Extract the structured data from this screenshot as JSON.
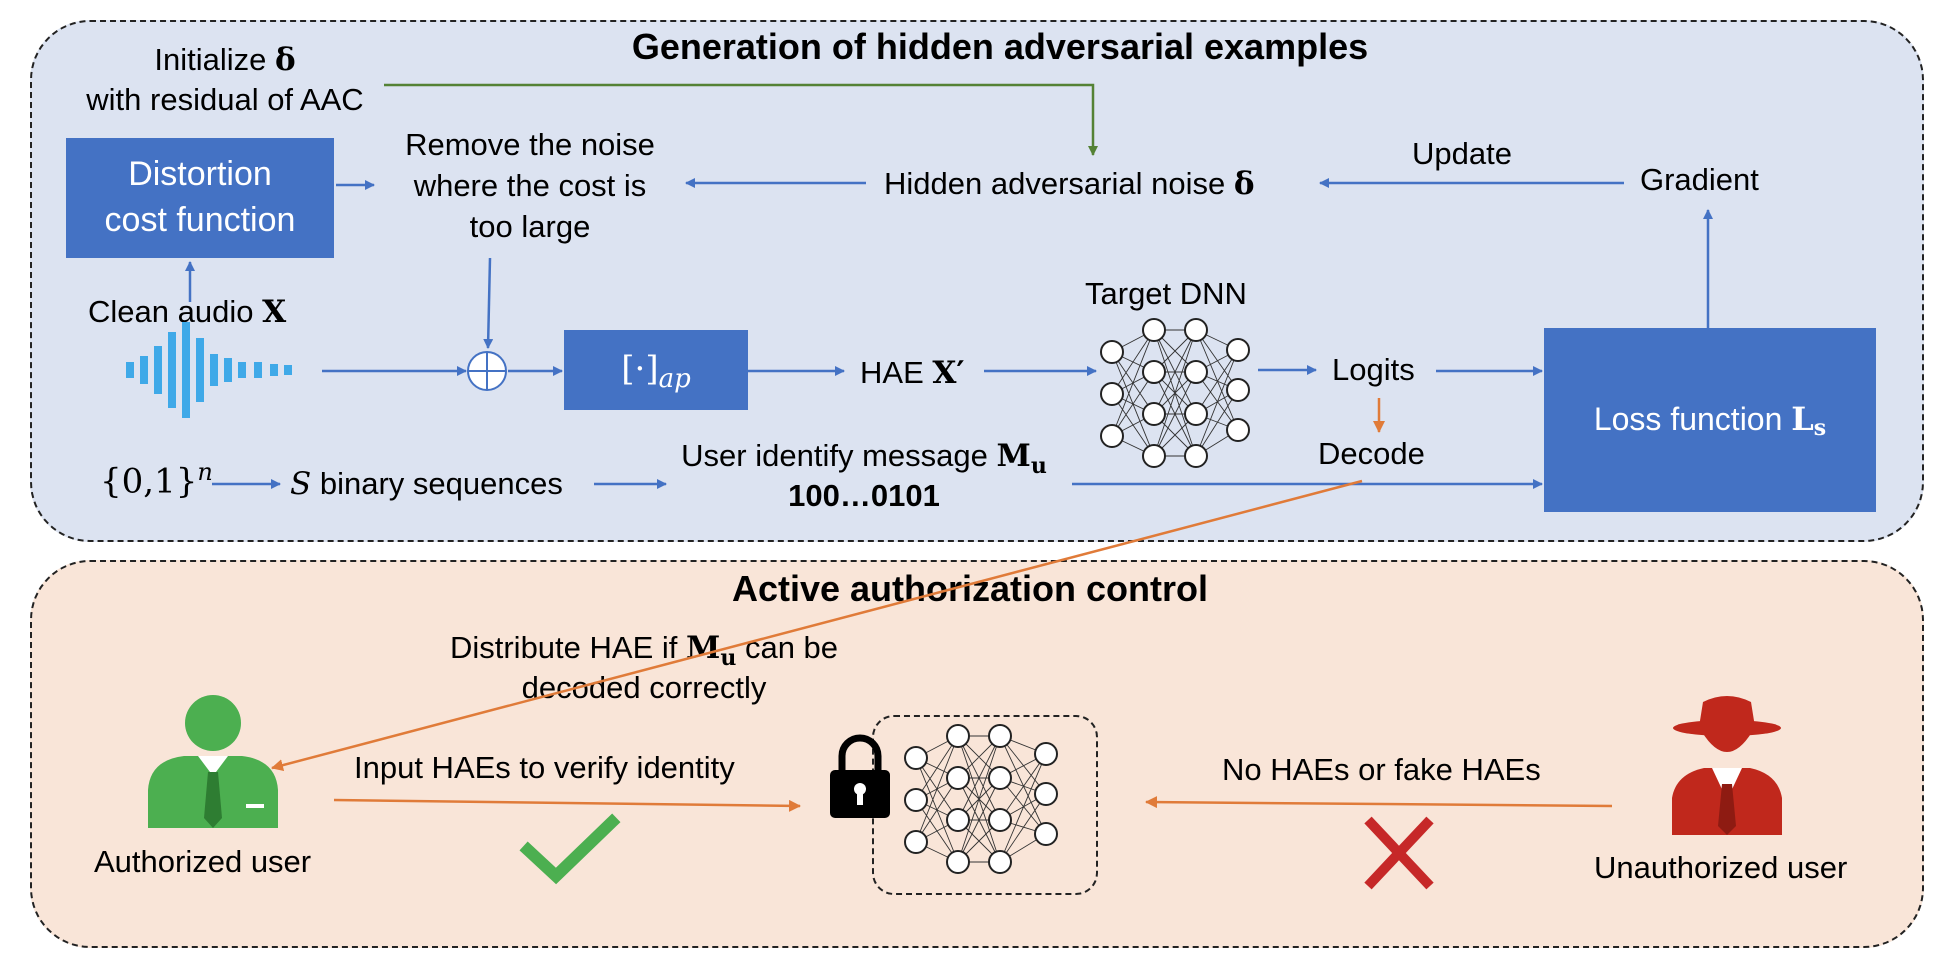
{
  "generation": {
    "title": "Generation of hidden adversarial examples",
    "init_line1": "Initialize",
    "init_delta": "δ",
    "init_line2": "with residual of AAC",
    "distortion_line1": "Distortion",
    "distortion_line2": "cost function",
    "remove_line1": "Remove the noise",
    "remove_line2": "where the cost is",
    "remove_line3": "too large",
    "noise_text": "Hidden adversarial noise",
    "noise_delta": "δ",
    "update": "Update",
    "gradient": "Gradient",
    "clean_audio": "Clean audio",
    "clean_audio_var": "X",
    "clip_op": "[·]",
    "clip_sub": "ap",
    "hae_text": "HAE",
    "hae_var": "X′",
    "target_dnn": "Target DNN",
    "logits": "Logits",
    "decode": "Decode",
    "loss_text": "Loss function",
    "loss_var": "L",
    "loss_sub": "s",
    "set_expr": "{0,1}",
    "set_exp": "n",
    "s_var": "S",
    "binary_seq": "binary sequences",
    "msg_text": "User identify message",
    "msg_var": "M",
    "msg_sub": "u",
    "msg_bits": "100…0101"
  },
  "authorization": {
    "title": "Active authorization control",
    "distribute_line1a": "Distribute HAE if",
    "distribute_var": "M",
    "distribute_sub": "u",
    "distribute_line1b": "can be",
    "distribute_line2": "decoded correctly",
    "input_haes": "Input HAEs to verify identity",
    "no_haes": "No HAEs or fake HAEs",
    "authorized": "Authorized user",
    "unauthorized": "Unauthorized user"
  },
  "colors": {
    "blue_arrow": "#4472c4",
    "green_arrow": "#548235",
    "orange_arrow": "#e07b39",
    "audio": "#3fa9e8",
    "user_green": "#4caf50",
    "user_red": "#c0281c",
    "check": "#4caf50",
    "cross": "#c62828"
  }
}
